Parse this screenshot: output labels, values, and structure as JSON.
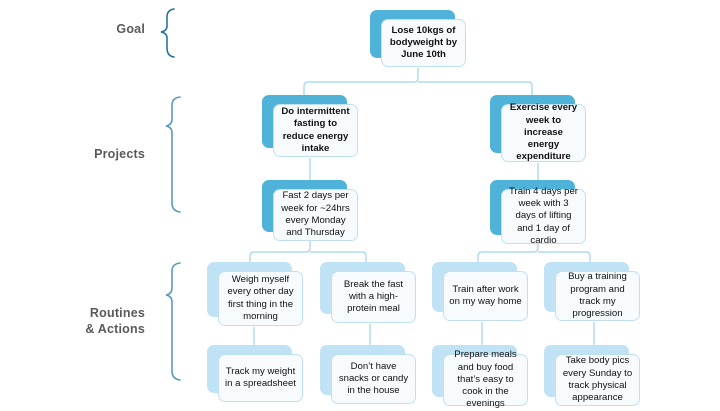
{
  "diagram": {
    "title": "Goal to Projects to Routines breakdown",
    "colors": {
      "plate_dark": "#4fb2d8",
      "plate_light": "#bfe2f4",
      "card_fill": "#f7fbfe",
      "card_border": "#bfe0f2",
      "connector": "#9ed3ec",
      "brace_goal": "#1a6e96",
      "brace_projects": "#5b9bbd",
      "label_text": "#5a5a5a",
      "node_text": "#111111"
    }
  },
  "tiers": [
    {
      "id": "goal",
      "label": "Goal"
    },
    {
      "id": "projects",
      "label": "Projects"
    },
    {
      "id": "routines",
      "label": "Routines\n& Actions",
      "line1": "Routines",
      "line2": "& Actions"
    }
  ],
  "nodes": {
    "goal": {
      "text": "Lose 10kgs of bodyweight by June 10th"
    },
    "project_left": {
      "text": "Do intermittent fasting to reduce energy intake"
    },
    "project_right": {
      "text": "Exercise every week to increase energy expenditure"
    },
    "sub_left": {
      "text": "Fast 2 days per week for ~24hrs every Monday and Thursday"
    },
    "sub_right": {
      "text": "Train 4 days per week with 3 days of lifting and 1 day of cardio"
    },
    "routine_1a": {
      "text": "Weigh myself every other day first thing in the morning"
    },
    "routine_1b": {
      "text": "Track my weight in a spreadsheet"
    },
    "routine_2a": {
      "text": "Break the fast with a high-protein meal"
    },
    "routine_2b": {
      "text": "Don’t have snacks or candy in the house"
    },
    "routine_3a": {
      "text": "Train after work on my way home"
    },
    "routine_3b": {
      "text": "Prepare meals and buy food that’s easy to cook in the evenings"
    },
    "routine_4a": {
      "text": "Buy a training program and track my progression"
    },
    "routine_4b": {
      "text": "Take body pics every Sunday to track physical appearance"
    }
  }
}
